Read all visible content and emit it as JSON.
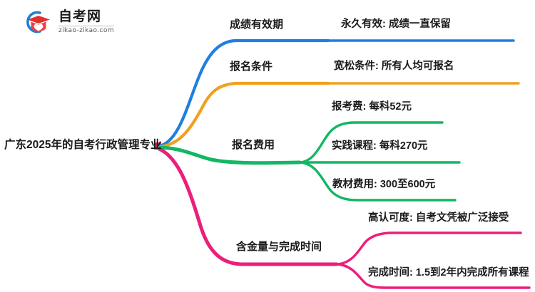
{
  "logo": {
    "title": "自考网",
    "domain": "zikao-zikao.com",
    "arc_icon": "circle-arc-icon",
    "cap_icon": "graduation-cap-icon",
    "arc_color": "#1f7fd0",
    "cap_color": "#e03131"
  },
  "mindmap": {
    "root": {
      "label": "广东2025年的自考行政管理专业"
    },
    "branches": [
      {
        "id": "score-validity",
        "label": "成绩有效期",
        "color": "#1f7fe0",
        "children": [
          {
            "id": "score-validity-detail",
            "label": "永久有效: 成绩一直保留"
          }
        ]
      },
      {
        "id": "application-requirements",
        "label": "报名条件",
        "color": "#f0a020",
        "children": [
          {
            "id": "application-requirements-detail",
            "label": "宽松条件: 所有人均可报名"
          }
        ]
      },
      {
        "id": "application-fees",
        "label": "报名费用",
        "color": "#12b764",
        "children": [
          {
            "id": "exam-fee",
            "label": "报考费: 每科52元"
          },
          {
            "id": "practical-course-fee",
            "label": "实践课程: 每科270元"
          },
          {
            "id": "textbook-fee",
            "label": "教材费用: 300至600元"
          }
        ]
      },
      {
        "id": "value-and-duration",
        "label": "含金量与完成时间",
        "color": "#ec1e79",
        "children": [
          {
            "id": "recognition",
            "label": "高认可度: 自考文凭被广泛接受"
          },
          {
            "id": "completion-time",
            "label": "完成时间: 1.5到2年内完成所有课程"
          }
        ]
      }
    ]
  }
}
